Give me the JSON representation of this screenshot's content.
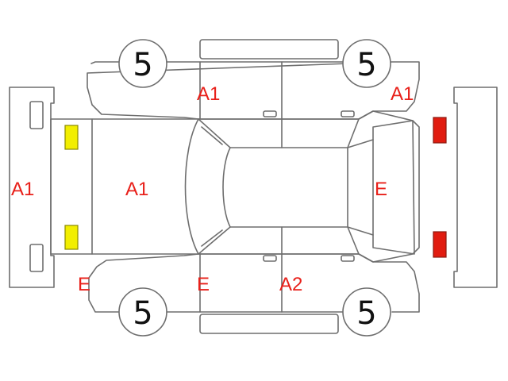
{
  "colors": {
    "outline": "#6e6e6e",
    "damage_code": "#e8201a",
    "front_light": "#f2ee00",
    "rear_light": "#e11c10"
  },
  "tires": {
    "front_left": "5",
    "rear_left": "5",
    "front_right": "5",
    "rear_right": "5"
  },
  "damage_codes": {
    "front_bumper": "A1",
    "hood": "A1",
    "left_front_door_top": "A1",
    "left_rear_quarter": "A1",
    "trunk": "E",
    "right_front_fender": "E",
    "right_front_door": "E",
    "right_rear_door": "A2"
  }
}
